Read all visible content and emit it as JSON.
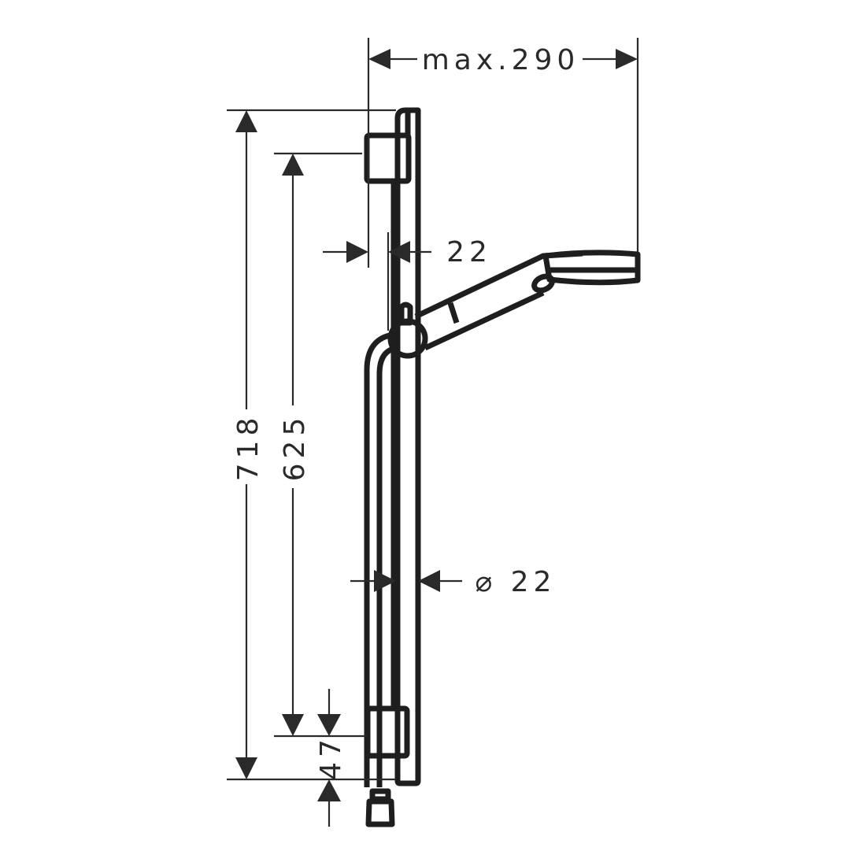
{
  "drawing": {
    "title": "Shower rail set dimension drawing",
    "dimensions": {
      "max_width": "max.290",
      "total_height": "718",
      "bracket_spacing": "625",
      "bottom_offset": "47",
      "wall_clearance": "22",
      "rail_diameter": "⌀ 22"
    },
    "color": "#1e1e1e"
  }
}
